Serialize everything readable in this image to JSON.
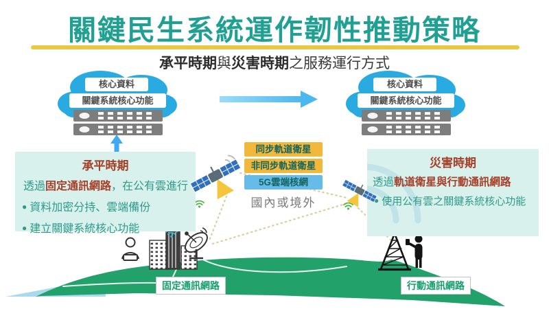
{
  "page": {
    "title": "關鍵民生系統運作韌性推動策略",
    "subtitle": {
      "bold1": "承平時期",
      "mid": "與",
      "bold2": "災害時期",
      "rest": "之服務運行方式"
    }
  },
  "cloud_left": {
    "row1": "核心資料",
    "row2": "關鍵系統核心功能"
  },
  "cloud_right": {
    "row1": "核心資料",
    "row2": "關鍵系統核心功能"
  },
  "peacetime_panel": {
    "title": "承平時期",
    "intro_prefix": "透過",
    "intro_bold": "固定通訊網路",
    "intro_suffix": "，在公有雲進行",
    "bullets": [
      "資料加密分持、雲端備份",
      "建立關鍵系統核心功能"
    ]
  },
  "disaster_panel": {
    "title": "災害時期",
    "intro_prefix": "透過",
    "intro_bold": "軌道衛星與行動通訊網路",
    "bullets": [
      "使用公有雲之關鍵系統核心功能"
    ]
  },
  "link_labels": {
    "geo_satellite": "同步軌道衛星",
    "leo_satellite": "非同步軌道衛星",
    "core_5g": "5G雲端核網",
    "scope_note": "國內或境外"
  },
  "ground_labels": {
    "fixed_network": "固定通訊網路",
    "mobile_network": "行動通訊網路"
  },
  "icons": {
    "cloud": "cloud-shape",
    "server": "server-rack",
    "satellite": "satellite-with-beam",
    "wifi": "wifi-signal",
    "dish": "satellite-dish",
    "buildings": "city-buildings",
    "tower": "cell-tower",
    "person_laptop": "person-with-laptop",
    "person_phone": "person-with-phone",
    "arrow_right": "transition-arrow",
    "arrow_up": "upload-arrow"
  },
  "colors": {
    "title_teal": "#1fa093",
    "rule_yellow": "#e8c943",
    "cloud_blue": "#29abe2",
    "server_gray": "#7d7d7d",
    "panel_bg": "#d8f1ec",
    "accent_red": "#a63e28",
    "body_teal": "#2f9a8a",
    "label_amber": "#f1b83b",
    "label_blue": "#66bbe8",
    "label_text": "#15655f",
    "scope_gray": "#787878",
    "hill_green": "#23a16b",
    "ground_label_green": "#159f6b",
    "arrow_blue": "#4cb7ef"
  }
}
